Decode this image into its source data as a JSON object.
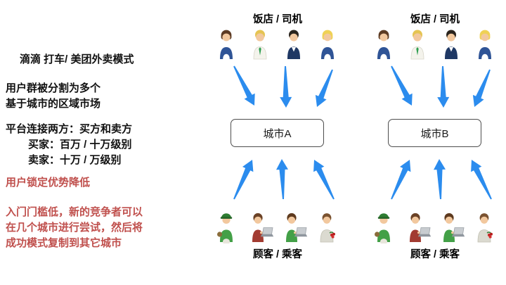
{
  "left_panel": {
    "title": "滴滴 打车/ 美团外卖模式",
    "para1_line1": "用户群被分割为多个",
    "para1_line2": "基于城市的区域市场",
    "para2_line1": "平台连接两方：买方和卖方",
    "para2_line2": "买家：百万 / 十万级别",
    "para2_line3": "卖家：十万 / 万级别",
    "red1": "用户锁定优势降低",
    "red2_line1": "入门门槛低，新的竞争者可以",
    "red2_line2": "在几个城市进行尝试，然后将",
    "red2_line3": "成功模式复制到其它城市"
  },
  "diagrams": [
    {
      "top_label": "饭店 / 司机",
      "box_label": "城市A",
      "bottom_label": "顾客 / 乘客",
      "top_icons": [
        "woman-brown-hair-icon",
        "man-blond-green-tie-icon",
        "man-navy-suit-icon",
        "woman-blond-hair-icon"
      ],
      "bottom_icons": [
        "man-green-cap-icon",
        "person-laptop-red-icon",
        "person-laptop-green-icon",
        "person-gray-flowers-icon"
      ]
    },
    {
      "top_label": "饭店 / 司机",
      "box_label": "城市B",
      "bottom_label": "顾客 / 乘客",
      "top_icons": [
        "woman-brown-hair-icon",
        "man-blond-green-tie-icon",
        "man-navy-suit-icon",
        "woman-blond-hair-icon"
      ],
      "bottom_icons": [
        "man-green-cap-icon",
        "person-laptop-red-icon",
        "person-laptop-green-icon",
        "person-gray-flowers-icon"
      ]
    }
  ],
  "colors": {
    "arrow_blue": "#2B8CEE",
    "red_text": "#C0504D",
    "box_border": "#4D4D4D",
    "text_black": "#111111"
  }
}
